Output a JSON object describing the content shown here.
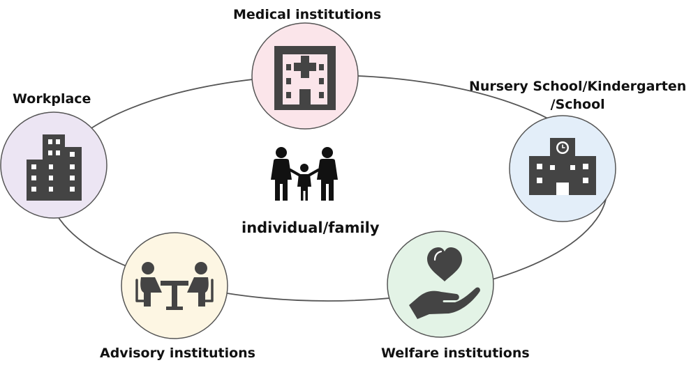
{
  "center": {
    "label": "individual/family",
    "icon": "family-icon"
  },
  "nodes": [
    {
      "id": "medical",
      "label": "Medical institutions",
      "icon": "hospital-icon",
      "fill": "#fbe5ea"
    },
    {
      "id": "school",
      "label_lines": [
        "Nursery School/Kindergarten",
        "/School"
      ],
      "icon": "school-icon",
      "fill": "#e3eef9"
    },
    {
      "id": "welfare",
      "label": "Welfare institutions",
      "icon": "heart-hand-icon",
      "fill": "#e3f3e6"
    },
    {
      "id": "advisory",
      "label": "Advisory institutions",
      "icon": "consultation-icon",
      "fill": "#fdf6e3"
    },
    {
      "id": "workplace",
      "label": "Workplace",
      "icon": "office-building-icon",
      "fill": "#ece5f3"
    }
  ],
  "colors": {
    "icon": "#444444",
    "ring": "#555555",
    "circle_stroke": "#555555",
    "text": "#111111"
  }
}
